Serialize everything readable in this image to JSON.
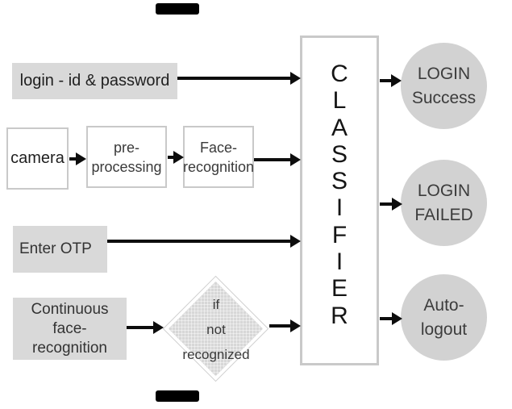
{
  "colors": {
    "box_fill": "#d9d9d9",
    "circle_fill": "#d2d2d2",
    "node_border": "#c9c9c9",
    "arrow_color": "#0d0d0d"
  },
  "nodes": {
    "login": "login - id & password",
    "camera": "camera",
    "preprocessing": "pre-\nprocessing",
    "face_recognition": "Face-\nrecognition",
    "enter_otp": "Enter OTP",
    "continuous": "Continuous face-\nrecognition",
    "decision": "if\nnot\nrecognized",
    "classifier_letters": [
      "C",
      "L",
      "A",
      "S",
      "S",
      "I",
      "F",
      "I",
      "E",
      "R"
    ],
    "login_success": "LOGIN\nSuccess",
    "login_failed": "LOGIN\nFAILED",
    "auto_logout": "Auto-\nlogout"
  }
}
